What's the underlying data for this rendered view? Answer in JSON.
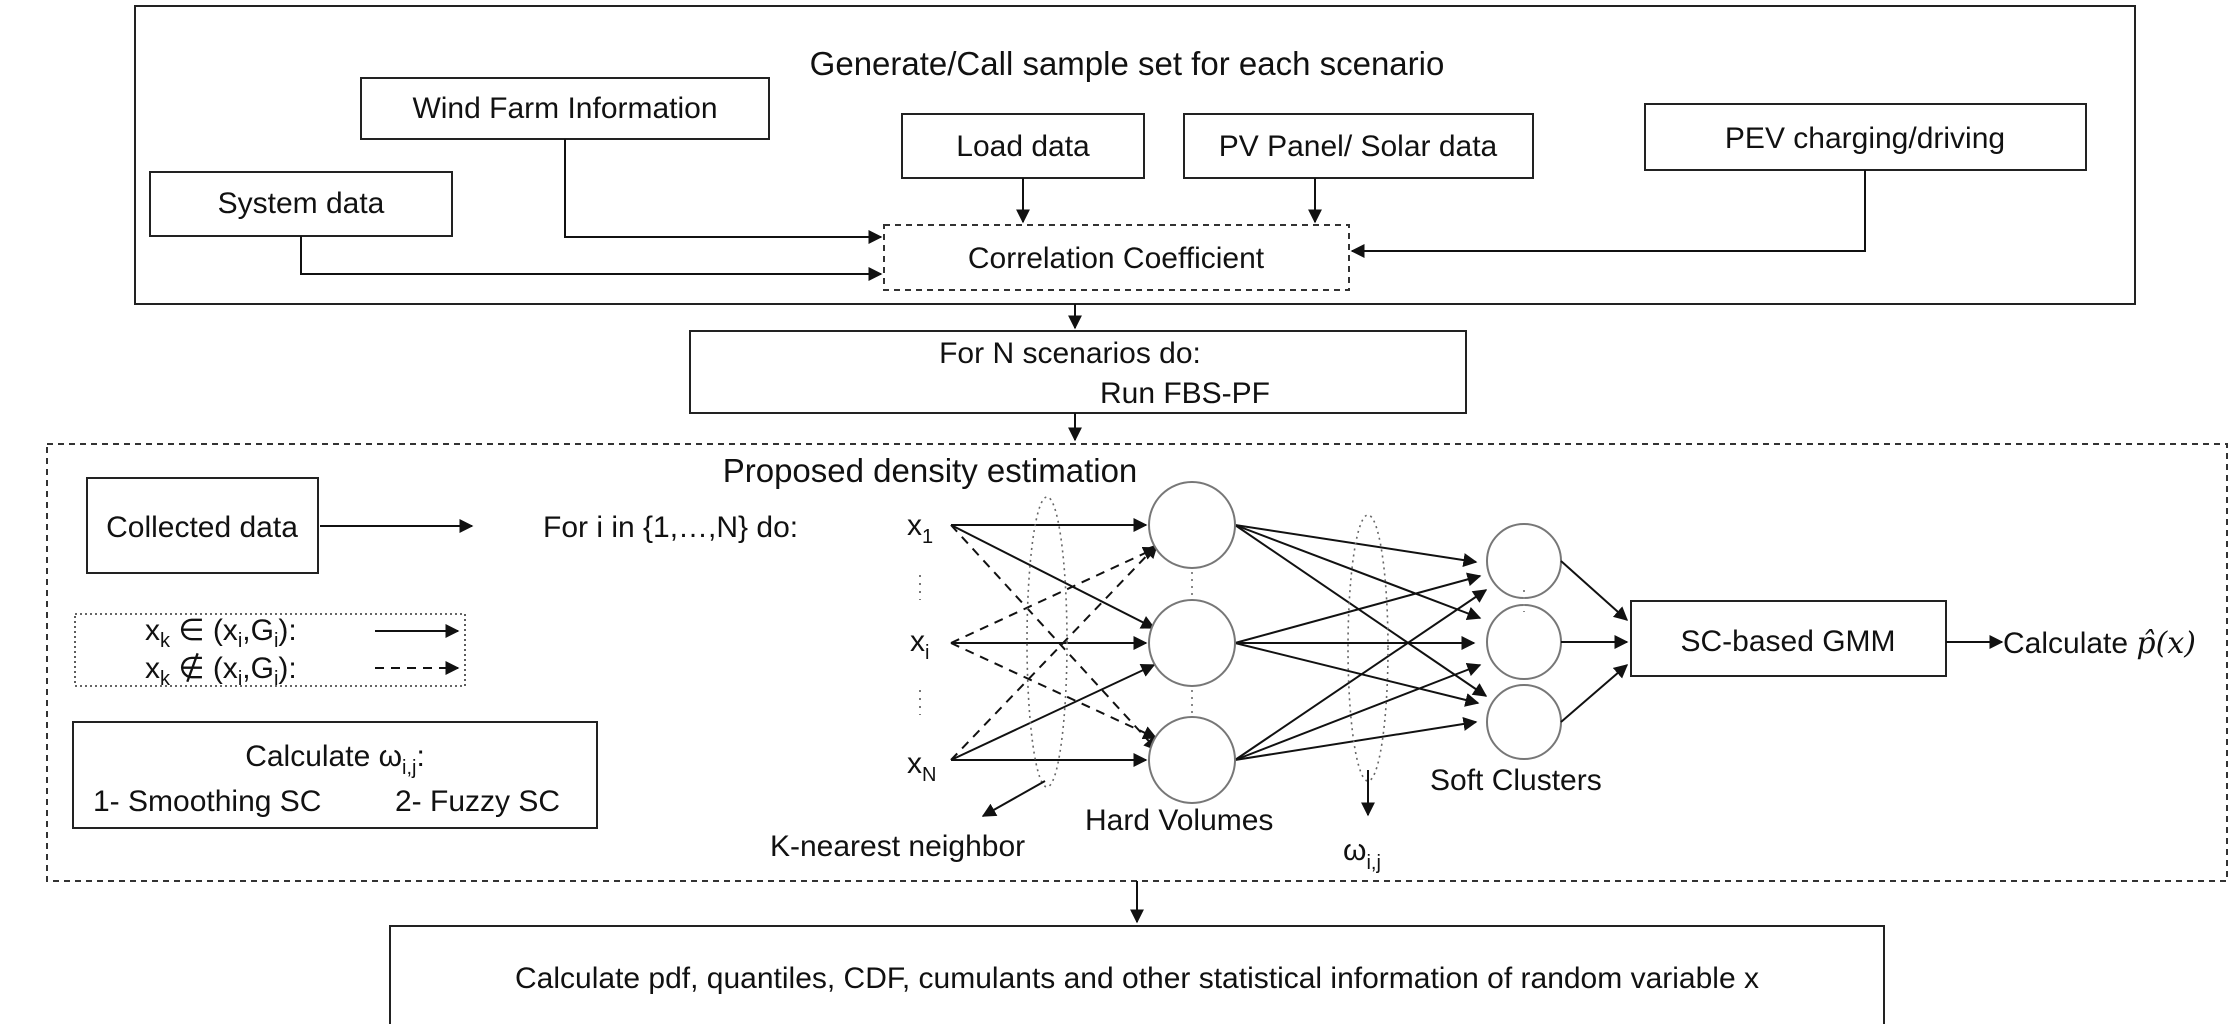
{
  "top_section": {
    "title": "Generate/Call sample set for each scenario",
    "wind_farm": "Wind Farm Information",
    "system_data": "System data",
    "load_data": "Load data",
    "pv_panel": "PV Panel/ Solar data",
    "pev": "PEV charging/driving",
    "correlation": "Correlation Coefficient"
  },
  "scenario_box": {
    "line1": "For N scenarios do:",
    "line2": "Run FBS-PF"
  },
  "density_section": {
    "title": "Proposed density estimation",
    "collected_data": "Collected data",
    "loop_label": "For i in {1,…,N}  do:",
    "legend": {
      "member_prefix": "x",
      "member_k": "k",
      "member_symbol": "∈",
      "nonmember_symbol": "∉",
      "set_open": " (x",
      "set_i": "i",
      "set_mid": ",G",
      "set_close": "):"
    },
    "weights_box": {
      "title_prefix": "Calculate ω",
      "title_sub": "i,j",
      "title_suffix": ":",
      "option1": "1- Smoothing SC",
      "option2": "2- Fuzzy SC"
    },
    "network": {
      "inputs": [
        {
          "base": "x",
          "sub": "1"
        },
        {
          "base": "x",
          "sub": "i"
        },
        {
          "base": "x",
          "sub": "N"
        }
      ],
      "knn_label": "K-nearest neighbor",
      "hard_volumes_label": "Hard Volumes",
      "omega_base": "ω",
      "omega_sub": "i,j",
      "soft_clusters_label": "Soft Clusters"
    },
    "gmm_box": "SC-based GMM",
    "calculate_prefix": "Calculate",
    "calculate_expr": "p̂(x)"
  },
  "bottom_box": "Calculate pdf, quantiles, CDF, cumulants and other statistical information of random variable x"
}
